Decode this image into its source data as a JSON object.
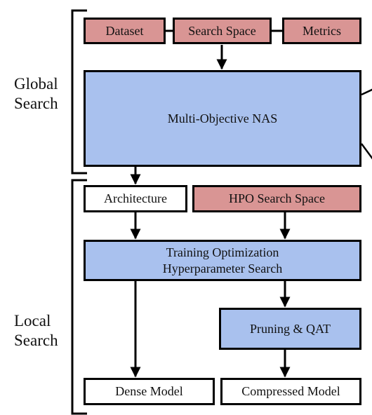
{
  "sections": {
    "global": {
      "line1": "Global",
      "line2": "Search"
    },
    "local": {
      "line1": "Local",
      "line2": "Search"
    }
  },
  "nodes": {
    "dataset": "Dataset",
    "search_space": "Search Space",
    "metrics": "Metrics",
    "mo_nas": "Multi-Objective NAS",
    "architecture": "Architecture",
    "hpo_search_space": "HPO Search Space",
    "training_line1": "Training Optimization",
    "training_line2": "Hyperparameter Search",
    "pruning_qat": "Pruning & QAT",
    "dense_model": "Dense Model",
    "compressed_model": "Compressed Model"
  },
  "colors": {
    "input_fill": "#d99594",
    "process_fill": "#a9c1ee",
    "output_fill": "#ffffff"
  }
}
